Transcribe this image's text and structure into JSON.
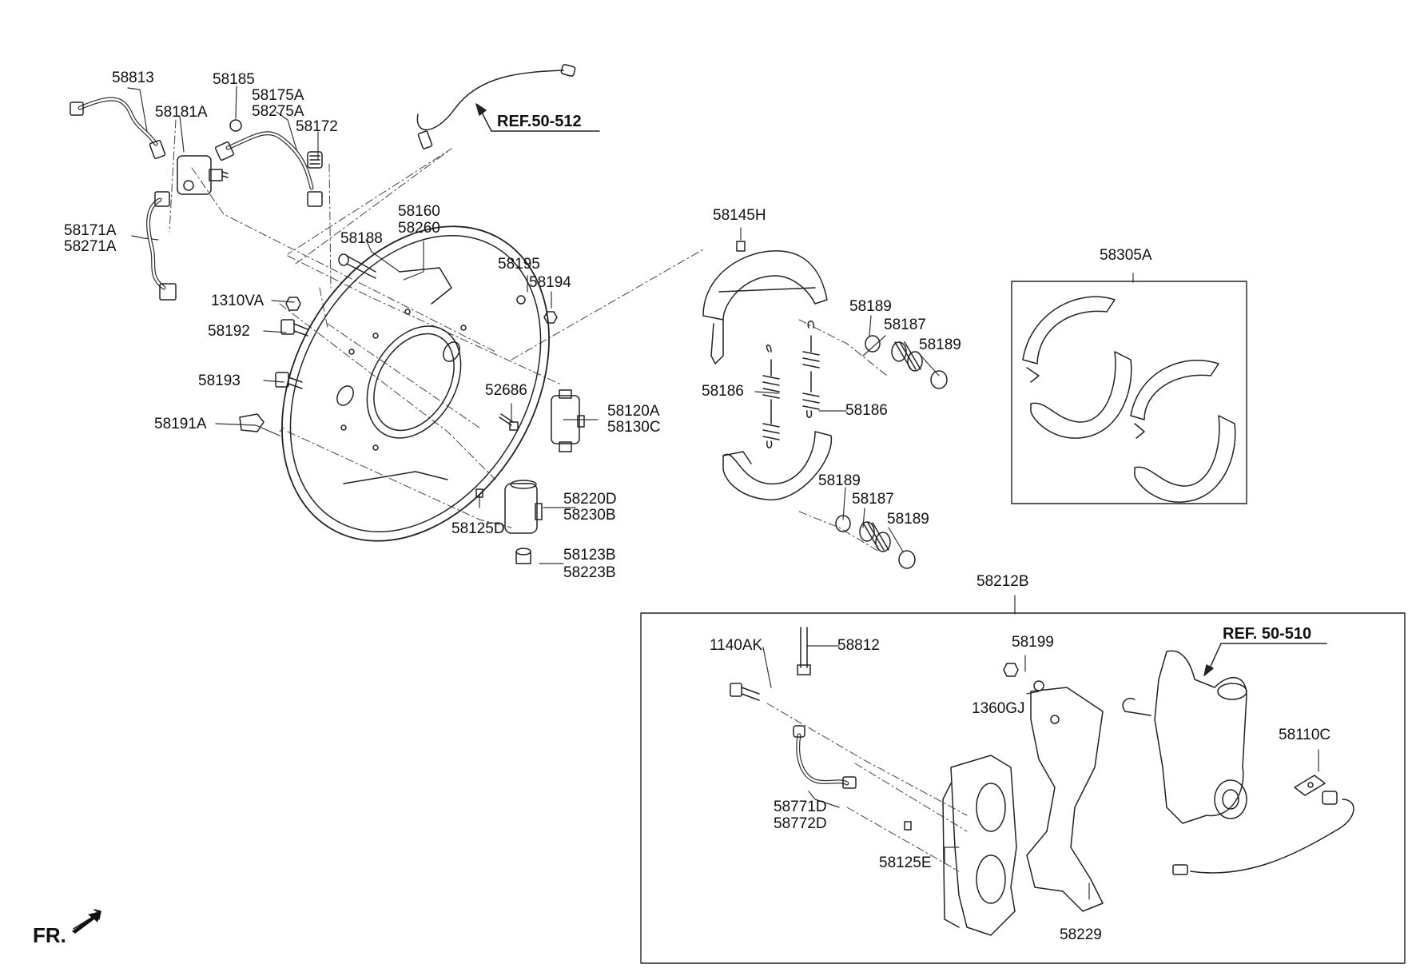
{
  "labels": {
    "l58813": "58813",
    "l58185": "58185",
    "l58175A": "58175A",
    "l58275A": "58275A",
    "l58181A": "58181A",
    "l58172": "58172",
    "ref50512": "REF.50-512",
    "l58171A": "58171A",
    "l58271A": "58271A",
    "l58188": "58188",
    "l58160": "58160",
    "l58260": "58260",
    "l58195": "58195",
    "l58194": "58194",
    "l1310VA": "1310VA",
    "l58192": "58192",
    "l58193": "58193",
    "l52686": "52686",
    "l58191A": "58191A",
    "l58120A": "58120A",
    "l58130C": "58130C",
    "l58220D": "58220D",
    "l58230B": "58230B",
    "l58125D": "58125D",
    "l58123B": "58123B",
    "l58223B": "58223B",
    "l58145H": "58145H",
    "l58189a": "58189",
    "l58187a": "58187",
    "l58189b": "58189",
    "l58186a": "58186",
    "l58186b": "58186",
    "l58189c": "58189",
    "l58187b": "58187",
    "l58189d": "58189",
    "l58305A": "58305A",
    "l58212B": "58212B",
    "l1140AK": "1140AK",
    "l58812": "58812",
    "l58199": "58199",
    "l1360GJ": "1360GJ",
    "ref50510": "REF. 50-510",
    "l58110C": "58110C",
    "l58771D": "58771D",
    "l58772D": "58772D",
    "l58125E": "58125E",
    "l58229": "58229",
    "fr": "FR."
  }
}
